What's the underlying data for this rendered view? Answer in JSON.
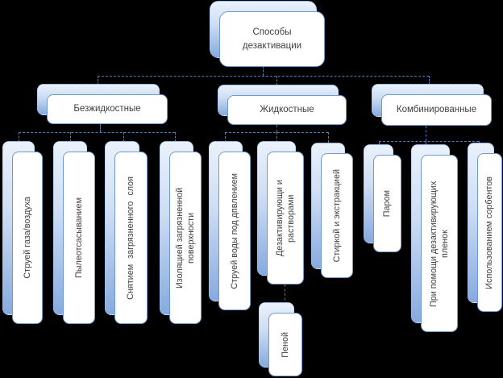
{
  "root": {
    "label": "Способы дезактивации"
  },
  "branches": [
    {
      "label": "Безжидкостные",
      "children": [
        "Струей газа/воздуха",
        "Пылеотсасыванием",
        "Снятием загрязненного слоя",
        "Изоляцией загрязненной поверхности"
      ]
    },
    {
      "label": "Жидкостные",
      "children": [
        "Струей воды под дпвлением",
        "Дезактивирующи и растворами",
        "Стиркой и экстракцией"
      ],
      "subchild": "Пеной"
    },
    {
      "label": "Комбинированные",
      "children": [
        "Паром",
        "При помощи дезактивирующих пленок",
        "Использованием сорбентов"
      ]
    }
  ],
  "colors": {
    "background": "#000000",
    "accent": "#4f81bd",
    "node_fill": "#ffffff",
    "node_border": "#6f9ad0",
    "shadow_top": "#eaf1fb",
    "shadow_bottom": "#86aadf",
    "text": "#3f3f3f",
    "connector": "#4f7dbf"
  },
  "connector_style": "dashed"
}
